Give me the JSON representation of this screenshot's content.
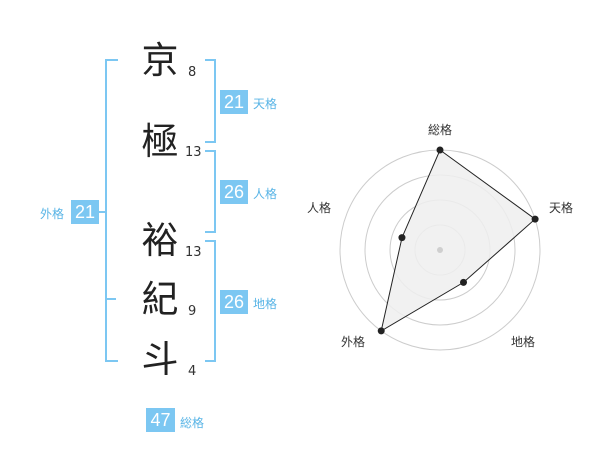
{
  "name": {
    "chars": [
      {
        "char": "京",
        "strokes": "8"
      },
      {
        "char": "極",
        "strokes": "13"
      },
      {
        "char": "裕",
        "strokes": "13"
      },
      {
        "char": "紀",
        "strokes": "9"
      },
      {
        "char": "斗",
        "strokes": "4"
      }
    ]
  },
  "fortune": {
    "tenkaku": {
      "value": "21",
      "label": "天格"
    },
    "jinkaku": {
      "value": "26",
      "label": "人格"
    },
    "chikaku": {
      "value": "26",
      "label": "地格"
    },
    "gaikaku": {
      "value": "21",
      "label": "外格"
    },
    "soukaku": {
      "value": "47",
      "label": "総格"
    }
  },
  "colors": {
    "accent": "#7cc7f2",
    "label": "#58b4e6",
    "ring": "#cccccc",
    "fill": "#eeeeee",
    "line": "#222222"
  },
  "chart_data": {
    "type": "radar",
    "axes": [
      "総格",
      "天格",
      "地格",
      "外格",
      "人格"
    ],
    "values": [
      5,
      5,
      2,
      5,
      2
    ],
    "max": 5,
    "rings": 4
  }
}
